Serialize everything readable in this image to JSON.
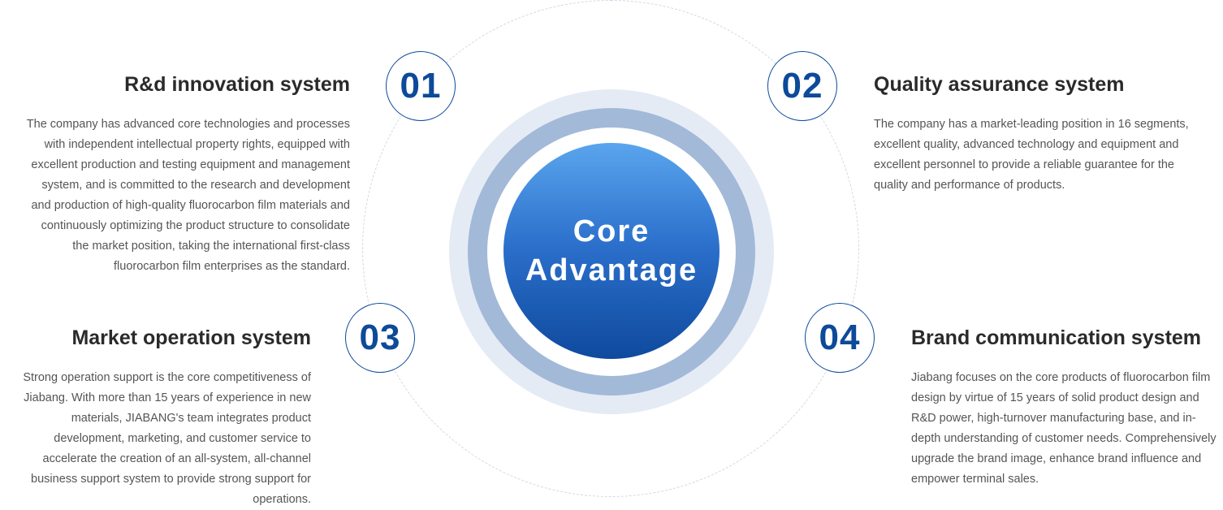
{
  "center": {
    "line1": "Core",
    "line2": "Advantage"
  },
  "colors": {
    "accent_blue": "#0d4a99",
    "gradient_top": "#5aa5ee",
    "gradient_bottom": "#0f4a9e",
    "ring_light": "#e4ebf5",
    "ring_mid": "#a2b9d8"
  },
  "items": [
    {
      "number": "01",
      "title": "R&d innovation system",
      "description": "The company has advanced core technologies and processes with independent intellectual property rights, equipped with excellent production and testing equipment and management system, and is committed to the research and development and production of high-quality fluorocarbon film materials and continuously optimizing the product structure to consolidate the market position, taking the international first-class fluorocarbon film enterprises as the standard."
    },
    {
      "number": "02",
      "title": "Quality assurance system",
      "description": "The company has a market-leading position in 16 segments, excellent quality, advanced technology and equipment and excellent personnel to provide a reliable guarantee for the quality and performance of products."
    },
    {
      "number": "03",
      "title": "Market operation system",
      "description": "Strong operation support is the core competitiveness of Jiabang. With more than 15 years of experience in new materials, JIABANG's team integrates product development, marketing, and customer service to accelerate the creation of an all-system, all-channel business support system to provide strong support for operations."
    },
    {
      "number": "04",
      "title": "Brand communication system",
      "description": "Jiabang focuses on the core products of fluorocarbon film design by virtue of 15 years of solid product design and R&D power, high-turnover manufacturing base, and in-depth understanding of customer needs. Comprehensively upgrade the brand image, enhance brand influence and empower terminal sales."
    }
  ]
}
